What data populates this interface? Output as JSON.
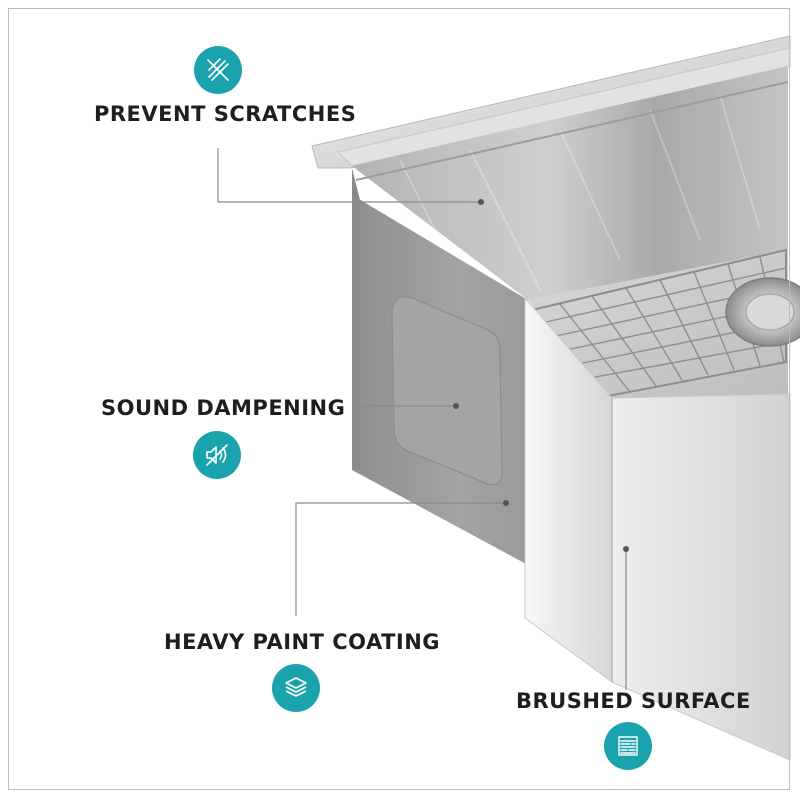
{
  "colors": {
    "accent": "#1aa3ad",
    "label_text": "#1e1e1e",
    "leader_line": "#8a8a8a"
  },
  "features": [
    {
      "id": "prevent-scratches",
      "label": "PREVENT SCRATCHES",
      "icon": "no-scratch-icon"
    },
    {
      "id": "sound-dampening",
      "label": "SOUND DAMPENING",
      "icon": "sound-dampening-icon"
    },
    {
      "id": "heavy-paint-coating",
      "label": "HEAVY PAINT COATING",
      "icon": "layers-icon"
    },
    {
      "id": "brushed-surface",
      "label": "BRUSHED SURFACE",
      "icon": "brushed-texture-icon"
    }
  ]
}
